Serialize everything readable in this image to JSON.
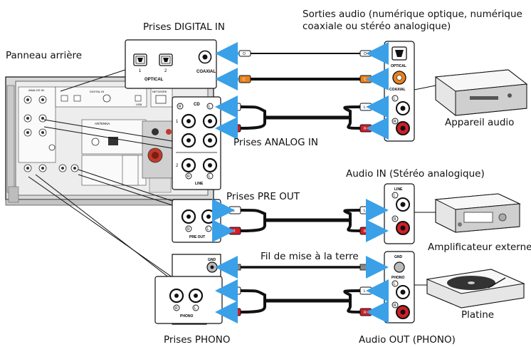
{
  "labels": {
    "panneau_arriere": "Panneau arrière",
    "prises_digital_in": "Prises DIGITAL IN",
    "sorties_audio": "Sorties audio (numérique optique, numérique coaxiale ou stéréo analogique)",
    "appareil_audio": "Appareil audio",
    "prises_analog_in": "Prises ANALOG IN",
    "audio_in_stereo": "Audio IN (Stéréo analogique)",
    "prises_pre_out": "Prises PRE OUT",
    "amplificateur_externe": "Amplificateur externe",
    "fil_mise_terre": "Fil de mise à la terre",
    "platine": "Platine",
    "prises_phono": "Prises PHONO",
    "audio_out_phono": "Audio OUT (PHONO)"
  },
  "panel_text": {
    "optical": "OPTICAL",
    "coaxial": "COAXIAL",
    "one": "1",
    "two": "2",
    "cd": "CD",
    "line": "LINE",
    "pre_out": "PRE OUT",
    "phono": "PHONO",
    "gnd": "GND",
    "L": "L",
    "R": "R",
    "O": "O",
    "C": "C",
    "analog_in": "ANALOG IN",
    "digital_in": "DIGITAL IN",
    "antenna": "ANTENNA",
    "network": "NETWORK",
    "usb": "USB"
  },
  "colors": {
    "arrow": "#3aa0e8",
    "coax_plug": "#e8821e",
    "red_plug": "#d11f26",
    "cable": "#111111",
    "panel_fill": "#f2f2f2",
    "panel_stroke": "#111111"
  }
}
